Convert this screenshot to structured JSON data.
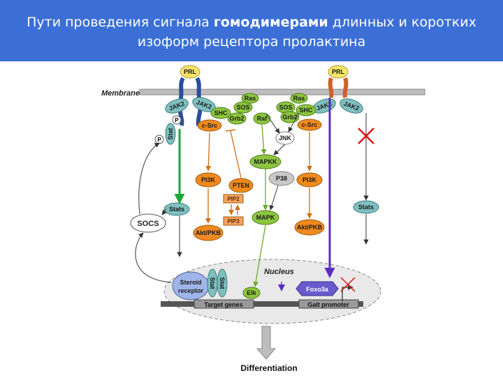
{
  "slide": {
    "title_part1": "Пути проведения сигнала ",
    "title_bold": "гомодимерами",
    "title_part2": " длинных и коротких",
    "title_line2": "изоформ рецептора пролактина"
  },
  "diagram": {
    "membrane": "Membrane",
    "prl": "PRL",
    "jak2": "JAK2",
    "stat": "Stat",
    "p": "P",
    "shc": "SHC",
    "grb2": "Grb2",
    "ras": "Ras",
    "sos": "SOS",
    "raf": "Raf",
    "csrc": "c-Src",
    "jnk": "JNK",
    "mapkk": "MAPKK",
    "p38": "P38",
    "pi3k": "PI3K",
    "pten": "PTEN",
    "pip2": "PIP2",
    "pip3": "PIP3",
    "mapk": "MAPK",
    "stats": "Stats",
    "socs": "SOCS",
    "akt": "Akt/PKB",
    "nucleus": "Nucleus",
    "steroid": "Steroid",
    "receptor": "receptor",
    "elk": "Elk",
    "foxo3a": "Foxo3a",
    "target_genes": "Target genes",
    "galt_promoter": "Galt promoter",
    "differentiation": "Differentiation"
  },
  "colors": {
    "header": "#3b6fd6",
    "orange": "#f08a1e",
    "green": "#8cc63f",
    "teal": "#7fbfbf",
    "gray": "#c8c8c8",
    "purple": "#5b2dbf",
    "bright_green": "#1aa83a",
    "red": "#e01010"
  }
}
